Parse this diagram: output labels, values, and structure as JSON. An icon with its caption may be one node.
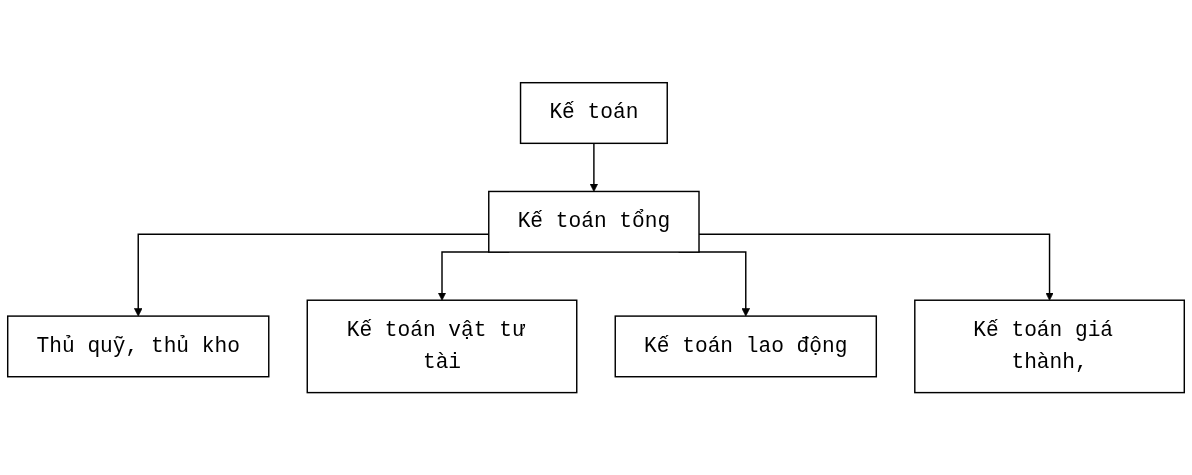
{
  "diagram": {
    "nodes": [
      {
        "text": [
          "Kế toán"
        ]
      },
      {
        "text": [
          "Kế toán tổng"
        ]
      },
      {
        "text": [
          "Thủ quỹ, thủ kho"
        ]
      },
      {
        "text": [
          "Kế toán vật tư tài"
        ]
      },
      {
        "text": [
          "Kế toán lao động"
        ]
      },
      {
        "text": [
          "Kế toán giá thành,"
        ]
      }
    ],
    "edges": [
      {
        "from": 0,
        "to": 1,
        "arrow": "to"
      },
      {
        "from": 1,
        "to": 2,
        "arrow": "to"
      },
      {
        "from": 1,
        "to": 3,
        "arrow": "to"
      },
      {
        "from": 1,
        "to": 4,
        "arrow": "to"
      },
      {
        "from": 1,
        "to": 5,
        "arrow": "to"
      }
    ]
  }
}
